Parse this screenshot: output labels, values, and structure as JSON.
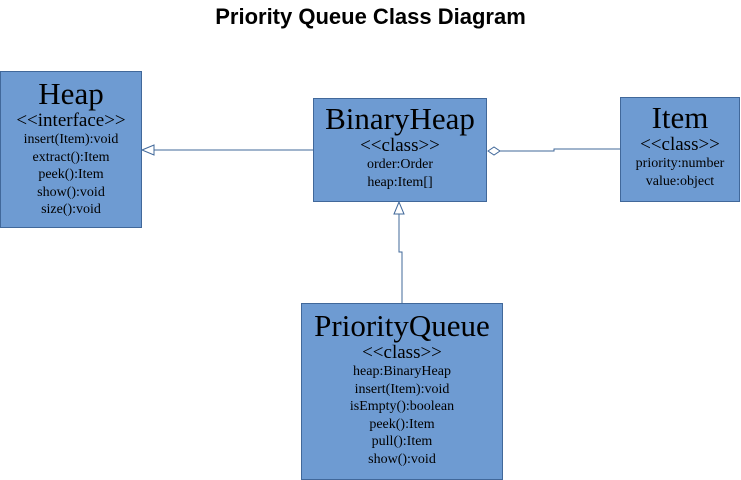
{
  "diagram": {
    "title": "Priority Queue Class Diagram",
    "classes": [
      {
        "name": "Heap",
        "stereotype": "<<interface>>",
        "members": [
          "insert(Item):void",
          "extract():Item",
          "peek():Item",
          "show():void",
          "size():void"
        ]
      },
      {
        "name": "BinaryHeap",
        "stereotype": "<<class>>",
        "members": [
          "order:Order",
          "heap:Item[]"
        ]
      },
      {
        "name": "Item",
        "stereotype": "<<class>>",
        "members": [
          "priority:number",
          "value:object"
        ]
      },
      {
        "name": "PriorityQueue",
        "stereotype": "<<class>>",
        "members": [
          "heap:BinaryHeap",
          "insert(Item):void",
          "isEmpty():boolean",
          "peek():Item",
          "pull():Item",
          "show():void"
        ]
      }
    ],
    "relations": [
      {
        "from": "BinaryHeap",
        "to": "Heap",
        "kind": "realization"
      },
      {
        "from": "PriorityQueue",
        "to": "BinaryHeap",
        "kind": "generalization"
      },
      {
        "from": "Item",
        "to": "BinaryHeap",
        "kind": "aggregation"
      }
    ],
    "colors": {
      "class_fill": "#6e9bd2",
      "class_border": "#41689a",
      "edge": "#41689a"
    }
  }
}
